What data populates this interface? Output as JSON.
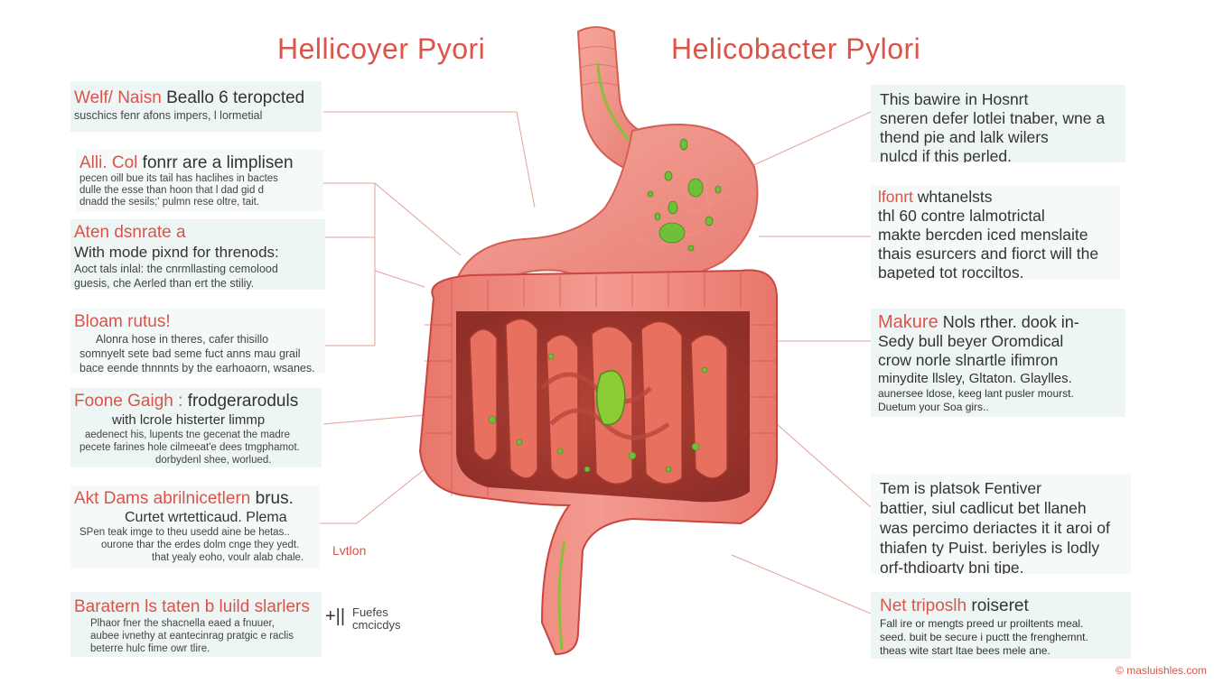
{
  "titles": {
    "left": "Hellicoyer Pyori",
    "right": "Helicobacter Pylori"
  },
  "left_panels": [
    {
      "accent": "Welf/ Naisn",
      "head": " Beallo 6 teropcted",
      "sub": "",
      "small": [
        "suschics fenr afons impers, l lormetial"
      ]
    },
    {
      "accent": "Alli. Col",
      "head": " fonrr are a limplisen",
      "sub": "",
      "small": [
        "pecen oill bue its tail has haclihes in bactes",
        "dulle the esse than hoon that l dad gid d",
        "dnadd the sesils;' pulmn rese oltre, tait."
      ]
    },
    {
      "accent": "Aten dsnrate a",
      "head": "",
      "sub": "With mode pixnd for threnods:",
      "small": [
        "Aoct tals inlal: the cnrmllasting cemolood",
        "guesis, che Aerled than ert the stiliy."
      ]
    },
    {
      "accent": "Bloam rutus!",
      "head": "",
      "sub": "",
      "small": [
        "Alonra hose in theres, cafer thisillo",
        "somnyelt sete bad seme fuct anns mau grail",
        "bace eende thnnnts by the earhoaorn, wsanes."
      ]
    },
    {
      "accent": "Foone Gaigh :",
      "head": " frodgeraroduls",
      "sub": "with lcrole histerter limmp",
      "small": [
        "aedenect his, lupents tne gecenat the madre",
        "pecete farines hole cilmeeat'e dees tmgphamot.",
        "dorbydenl shee, worlued."
      ]
    },
    {
      "accent": "Akt Dams abrilnicetlern",
      "head": " brus.",
      "sub": "Curtet wrtetticaud. Plema",
      "small": [
        "SPen teak imge to theu usedd aine be hetas..",
        "ourone thar the erdes dolm cnge they yedt.",
        "that yealy eoho, voulr alab chale."
      ]
    },
    {
      "accent": "Baratern ls taten b",
      "head": " luild slarlers",
      "sub": "",
      "small": [
        "Plhaor fner the shacnella eaed a fnuuer,",
        "aubee ivnethy at eantecinrag pratgic e raclis",
        "beterre hulc fime owr tlire."
      ]
    }
  ],
  "right_panels": [
    {
      "accent": "",
      "lines": [
        "This bawire in Hosnrt",
        "sneren defer lotlei tnaber, wne a",
        "thend pie and lalk wilers",
        "nulcd if this perled."
      ]
    },
    {
      "accent": "lfonrt",
      "lines": [
        " whtanelsts",
        "thl 60 contre lalmotrictal",
        "makte bercden iced menslaite",
        "thais esurcers and fiorct will the",
        "bapeted tot rocciltos."
      ]
    },
    {
      "accent": "Makure",
      "lines": [
        " Nols rther. dook in-",
        "Sedy bull beyer Oromdical",
        "crow norle slnartle ifimron",
        "minydite llsley, Gltaton. Glaylles.",
        "aunersee ldose, keeg lant pusler mourst.",
        "Duetum your Soa girs.."
      ]
    },
    {
      "accent": "",
      "lines": [
        "Tem is platsok Fentiver",
        "battier, siul cadlicut bet llaneh",
        "was percimo deriactes it it aroi of",
        "thiafen ty Puist. beriyles is lodly",
        "orf-thdioarty bni tipe."
      ]
    },
    {
      "accent": "Net triposlh",
      "lines": [
        " roiseret",
        "Fall ire or mengts preed ur proiltents meal.",
        "seed. buit be secure i puctt the frenghemnt.",
        "theas wite start ltae bees mele ane."
      ]
    }
  ],
  "labels": {
    "lution": "Lvtlon",
    "side_a": "Fuefes",
    "side_b": "cmcicdys",
    "side_glyph": "+||"
  },
  "credit": "© masluishles.com",
  "colors": {
    "accent": "#d9544a",
    "organ": "#ef8a80",
    "organ_dark": "#c9453f",
    "bacteria": "#6fbf3a",
    "panel": "#eef6f5"
  }
}
